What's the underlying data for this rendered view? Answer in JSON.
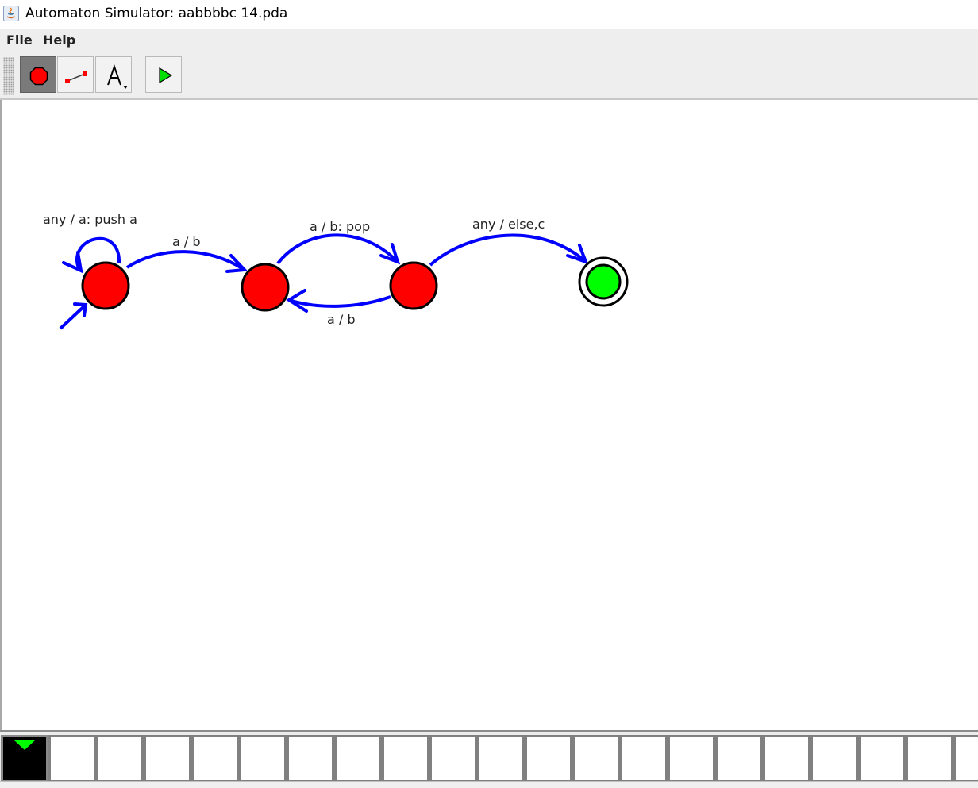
{
  "window": {
    "title": "Automaton Simulator: aabbbbc 14.pda",
    "icon": "java-icon"
  },
  "menu": {
    "items": [
      "File",
      "Help"
    ]
  },
  "toolbar": {
    "tools": [
      {
        "name": "state-tool",
        "icon": "red-circle-icon",
        "active": true
      },
      {
        "name": "transition-tool",
        "icon": "transition-line-icon",
        "active": false
      },
      {
        "name": "text-tool",
        "icon": "letter-a-icon",
        "active": false
      },
      {
        "name": "run-tool",
        "icon": "green-play-icon",
        "active": false
      }
    ]
  },
  "diagram": {
    "states": [
      {
        "id": "q0",
        "start": true,
        "accepting": false,
        "color": "#ff0000"
      },
      {
        "id": "q1",
        "start": false,
        "accepting": false,
        "color": "#ff0000"
      },
      {
        "id": "q2",
        "start": false,
        "accepting": false,
        "color": "#ff0000"
      },
      {
        "id": "q3",
        "start": false,
        "accepting": true,
        "color": "#00ff00"
      }
    ],
    "transitions": [
      {
        "from": "q0",
        "to": "q0",
        "label": "any / a: push a"
      },
      {
        "from": "q0",
        "to": "q1",
        "label": "a / b"
      },
      {
        "from": "q1",
        "to": "q2",
        "label": "a / b: pop"
      },
      {
        "from": "q2",
        "to": "q1",
        "label": "a / b"
      },
      {
        "from": "q2",
        "to": "q3",
        "label": "any / else,c"
      }
    ],
    "edge_color": "#0000ff"
  },
  "tape": {
    "head_position": 0,
    "head_color": "#00ff00",
    "visible_cells": 21
  }
}
